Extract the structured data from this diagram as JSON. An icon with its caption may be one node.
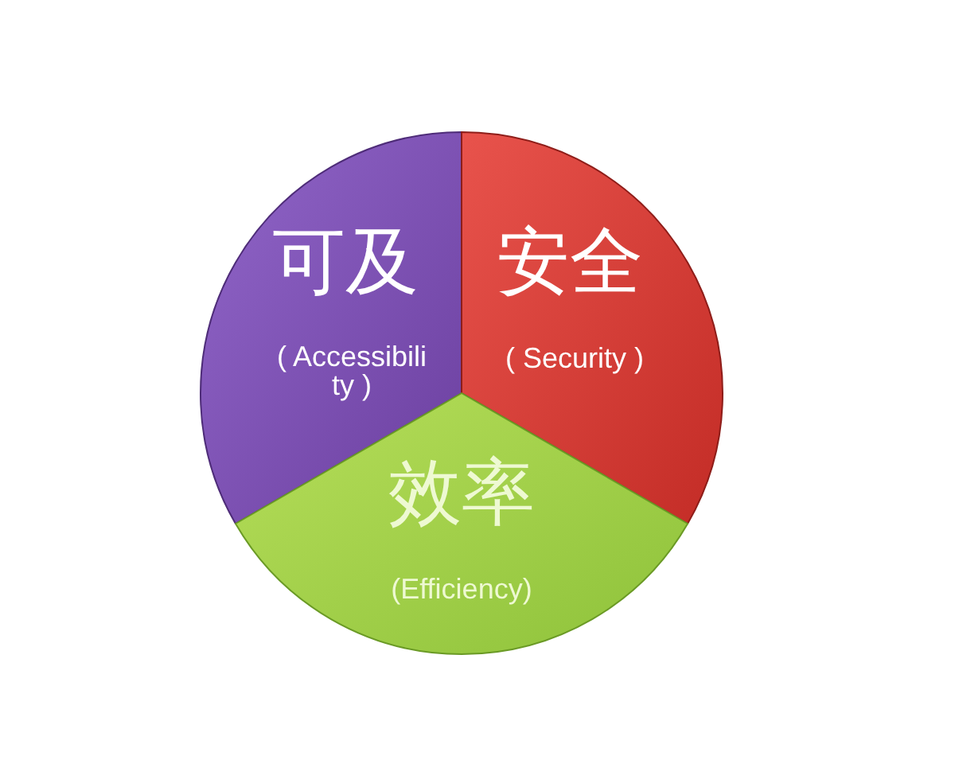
{
  "diagram": {
    "nodes": [
      {
        "text": [
          "可及",
          "( Accessibili ty )"
        ]
      },
      {
        "text": [
          "安全",
          "( Security )"
        ]
      },
      {
        "text": [
          "效率",
          "(Efficiency)"
        ]
      }
    ]
  }
}
